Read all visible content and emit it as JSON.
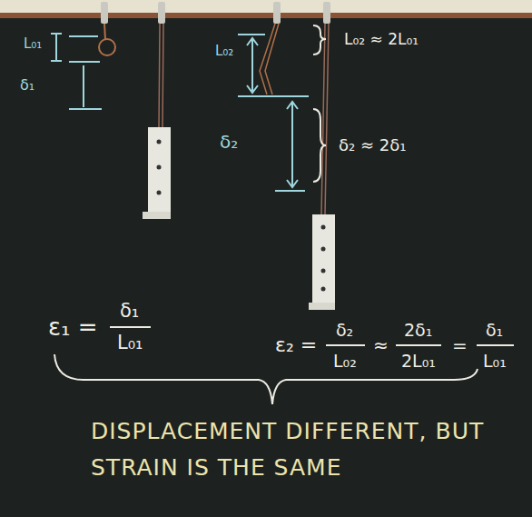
{
  "diagram": {
    "labels": [
      "L₀₁",
      "δ₁",
      "L₀₂",
      "L₀₂ ≈ 2L₀₁",
      "δ₂",
      "δ₂ ≈ 2δ₁",
      "ε₁ =",
      "δ₁",
      "L₀₁",
      "ε₂ =",
      "δ₂",
      "L₀₂",
      "≈",
      "2δ₁",
      "2L₀₁",
      "=",
      "δ₁",
      "L₀₁",
      "DISPLACEMENT DIFFERENT, BUT STRAIN IS THE SAME"
    ]
  }
}
